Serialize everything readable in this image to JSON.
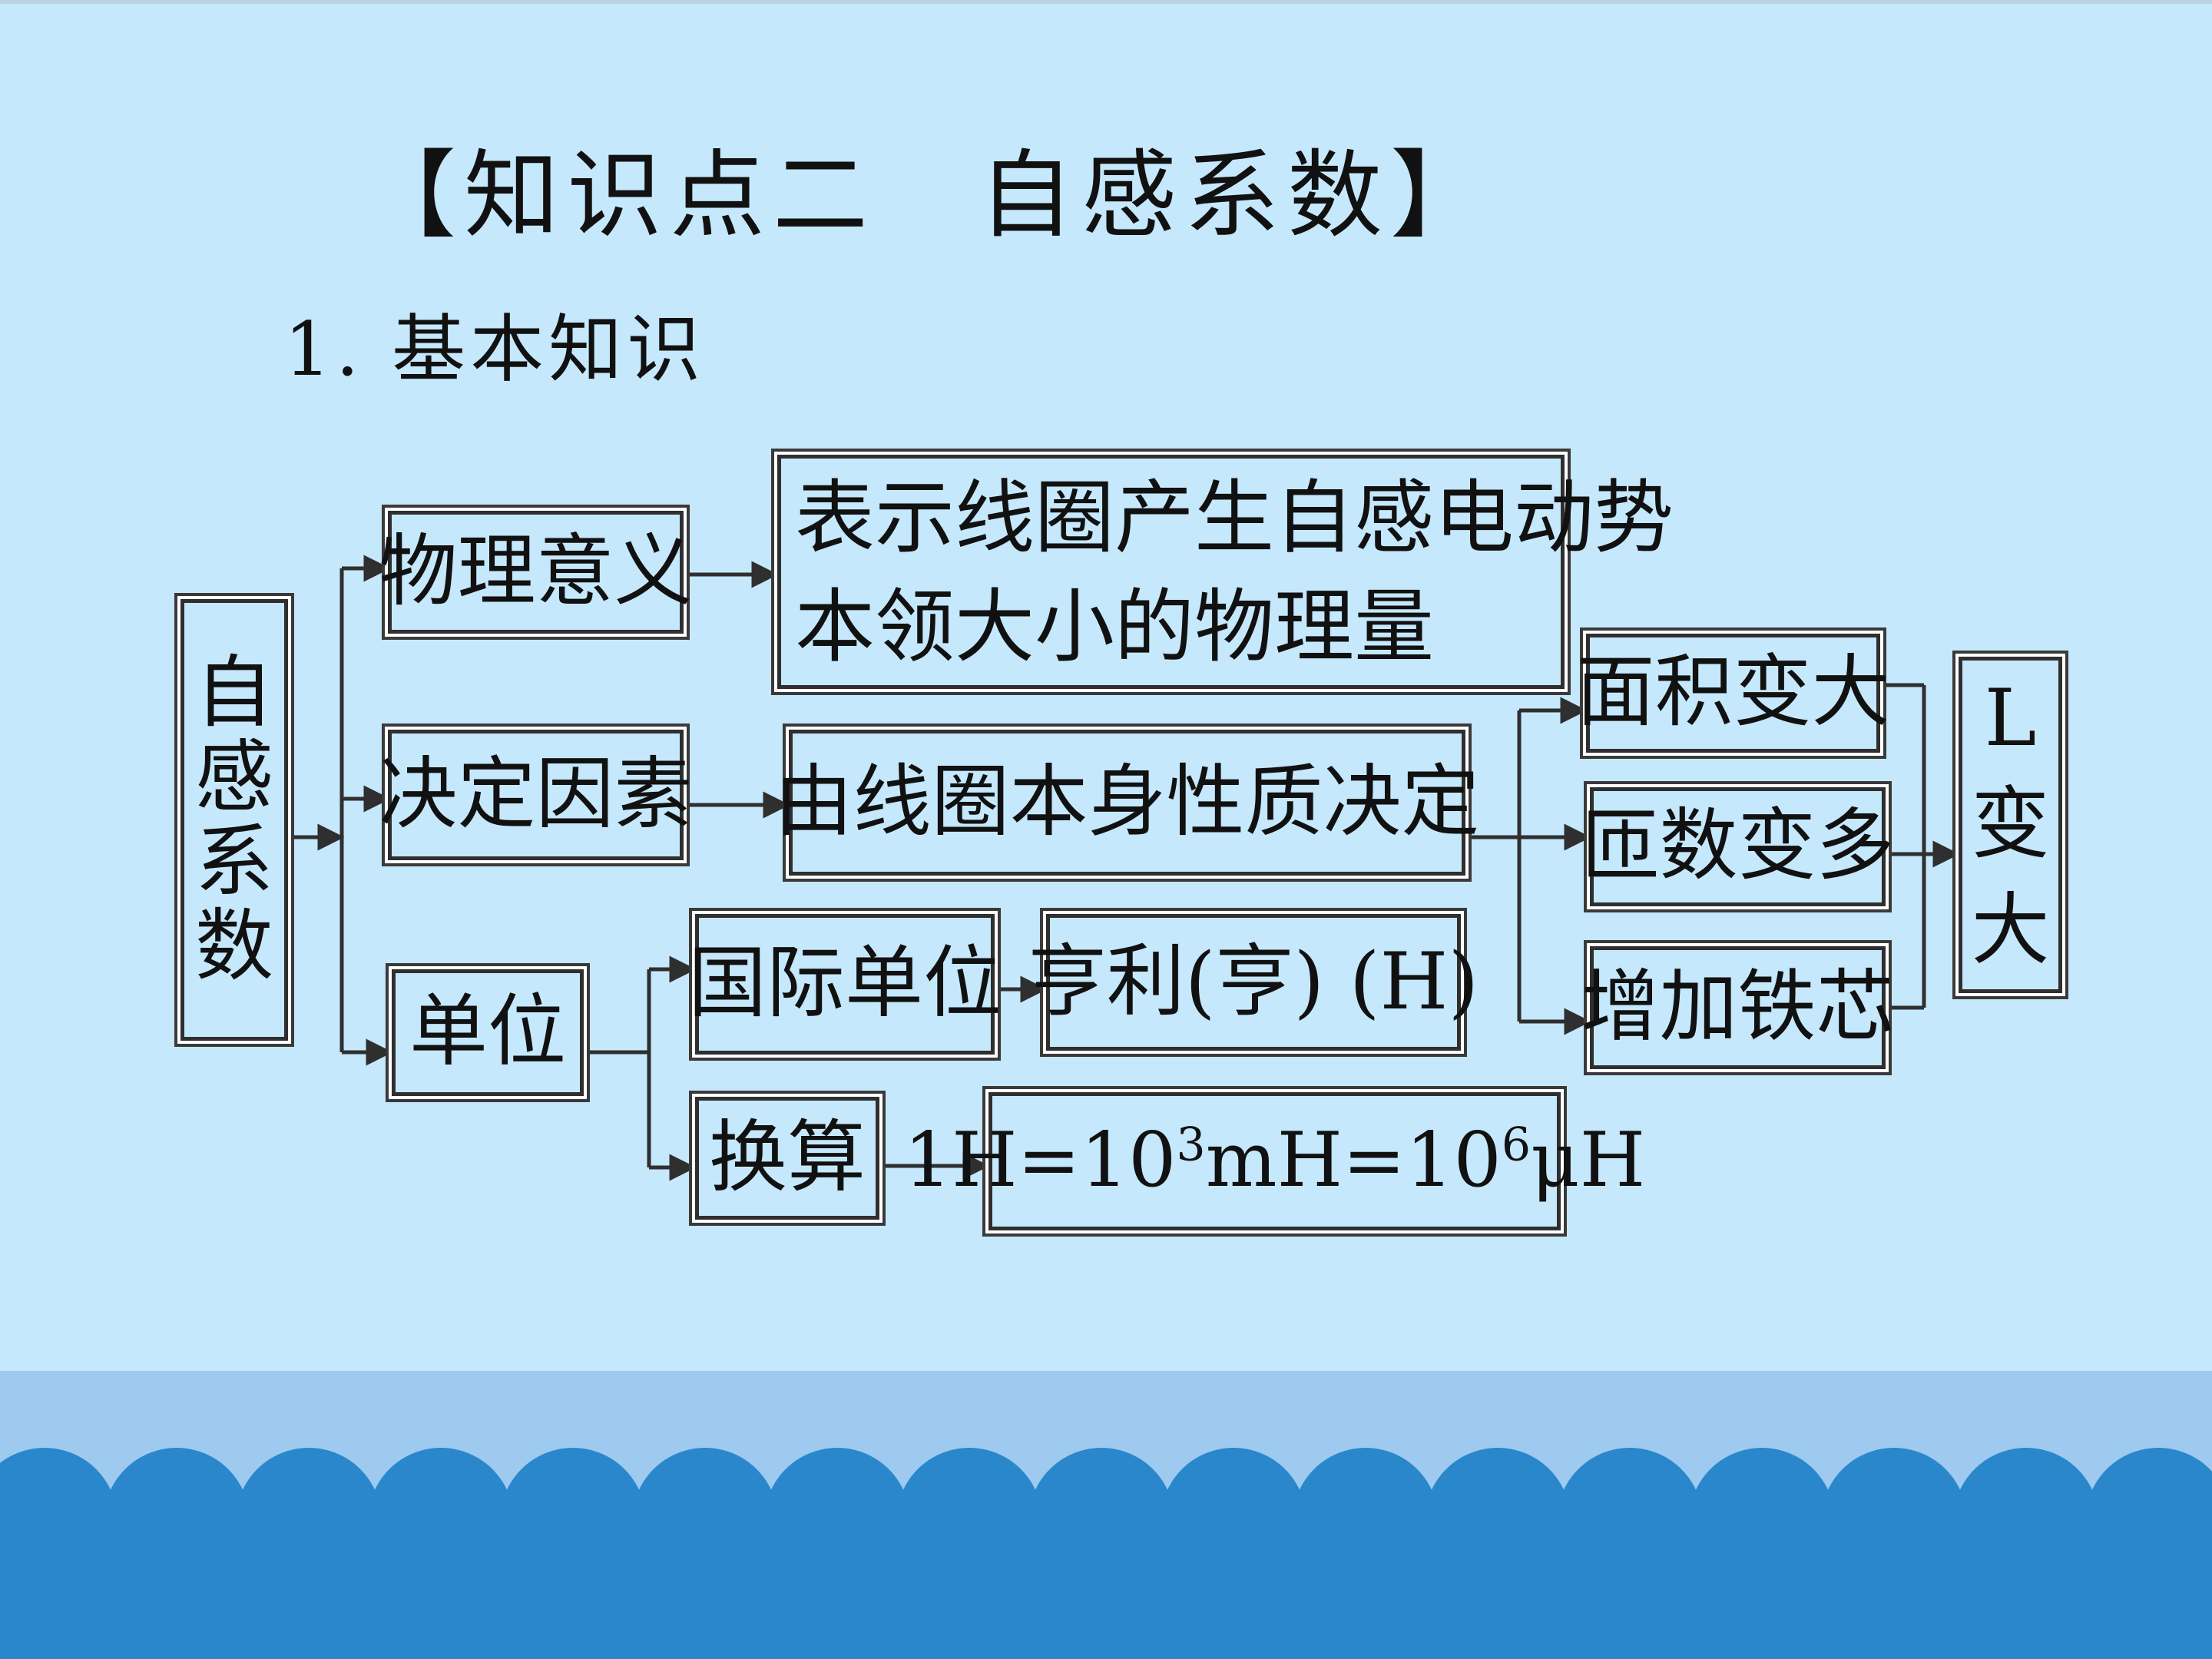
{
  "slide": {
    "title": "【知识点二　自感系数】",
    "subtitle": "1. 基本知识"
  },
  "diagram": {
    "root": "自感系数",
    "meaning_label": "物理意义",
    "meaning_text_line1": "表示线圈产生自感电动势",
    "meaning_text_line2": "本领大小的物理量",
    "factor_label": "决定因素",
    "factor_text": "由线圈本身性质决定",
    "unit_label": "单位",
    "si_unit_label": "国际单位",
    "si_unit_value": "亨利(亨) (H)",
    "conversion_label": "换算",
    "conversion_value_part1": "1H=10",
    "conversion_exp1": "3",
    "conversion_value_part2": "mH=10",
    "conversion_exp2": "6",
    "conversion_value_part3": "μH",
    "factor_area": "面积变大",
    "factor_turns": "匝数变多",
    "factor_core": "增加铁芯",
    "result": "L变大"
  },
  "colors": {
    "background": "#c6e8fc",
    "footer": "#9ecaef",
    "waves": "#2a87cc",
    "line": "#2f2f2f"
  }
}
